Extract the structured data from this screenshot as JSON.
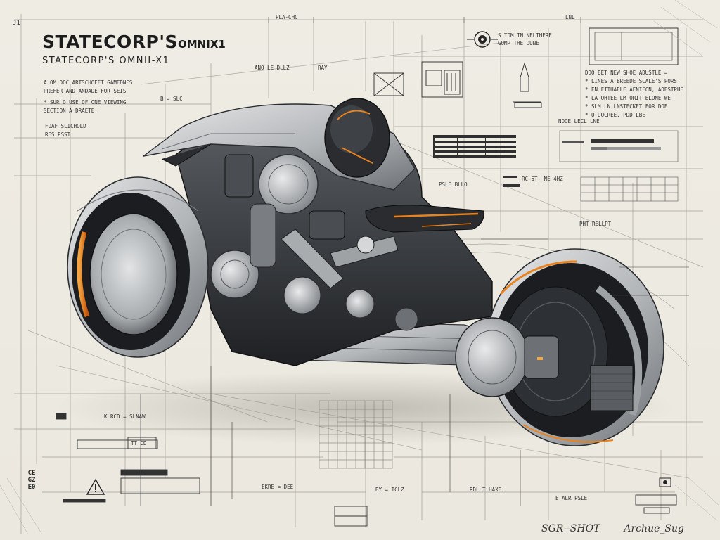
{
  "sheet": {
    "title_main": "STATECORP'S",
    "title_suffix": "OMNIX1",
    "title_sub": "STATECORP'S OMNII-X1",
    "corner_mark": "J1",
    "top_ruler_label": "PLA-CHC",
    "top_ruler_label_right": "LNL",
    "signature_left": "SGR--SHOT",
    "signature_right": "Archue_Sug",
    "side_code": "CEGZE0",
    "notes_left": [
      "A OM DOC ARTSCHOEET GAMEDNES",
      "PREFER AND ANDADE FOR SEIS",
      "",
      "* SUR O USE OF ONE VIEWING",
      "SECTION A DRAETE."
    ],
    "notes_left_small": [
      "FOAF  SLICHOLD",
      "RES PSST"
    ],
    "notes_right": [
      "DOO BET NEW  SHOE  ADUSTLE =",
      "* LINES A BREEDE SCALE'S PORS",
      "* EN FITHAELE  AENIECN, ADESTPHE",
      "* LA OHTEE  LM ORIT ELONE  WE",
      "* SLM LN LNSTECKET  FOR DOE",
      "* U DOCREE.            PDD LBE"
    ],
    "label_model": "NOOE LECL LNE",
    "label_top_right_a": "S TOM IN NELTHERE",
    "label_top_right_b": "GUMP THE OUNE",
    "label_upper_mid": "ANO LE DLLZ",
    "label_upper_mid_b": "RAY",
    "label_dim_a": "B = SLC",
    "label_mid_right": "RC-5T- NE 4HZ",
    "label_mid_center": "PSLE BLLO",
    "label_right_mid": "PHT RELLPT",
    "label_bottom_left": "KLRCD = SLNAW",
    "label_bottom_left_b": "TT CD",
    "label_bottom_mid": "EKRE = DEE",
    "label_bottom_mid_b": "BY = TCLZ",
    "label_bottom_right": "RDLLT HAXE",
    "label_bottom_right_b": "E ALR PSLE"
  },
  "colors": {
    "paper": "#efece4",
    "ink": "#2b2b2b",
    "line": "#9a9790",
    "accent_orange": "#e8821e",
    "metal_light": "#d5d7d8",
    "metal_mid": "#9ea2a5",
    "metal_dark": "#3b3e42",
    "rubber": "#1b1d20"
  },
  "icons": [
    "warning-triangle-icon",
    "lens-target-icon"
  ]
}
